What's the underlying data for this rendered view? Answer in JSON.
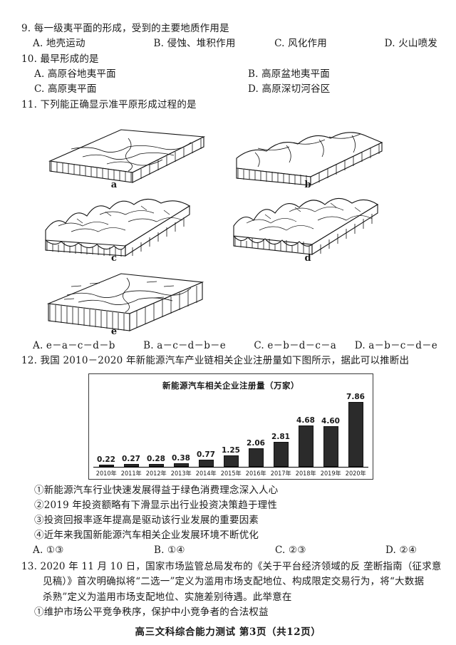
{
  "questions": [
    {
      "id": "q9",
      "stem": "9. 每一级夷平面的形成，受到的主要地质作用是",
      "options": [
        "A. 地壳运动",
        "B. 侵蚀、堆积作用",
        "C. 风化作用",
        "D. 火山喷发"
      ]
    },
    {
      "id": "q10",
      "stem": "10. 最早形成的是",
      "options": [
        "A. 高原谷地夷平面",
        "B. 高原盆地夷平面",
        "C. 高原夷平面",
        "D. 高原深切河谷区"
      ]
    },
    {
      "id": "q11",
      "stem": "11. 下列能正确显示准平原形成过程的是",
      "options": [
        "A. e－a－c－d－b",
        "B. a－c－d－b－e",
        "C. e－b－d－c－a",
        "D. a－b－c－d－e"
      ]
    },
    {
      "id": "q12",
      "stem": "12. 我国 2010－2020 年新能源汽车产业链相关企业注册量如下图所示，据此可以推断出",
      "statements": [
        "①新能源汽车行业快速发展得益于绿色消费理念深入人心",
        "②2019 年投资额略有下滑显示出行业投资决策趋于理性",
        "③投资回报率逐年提高是驱动该行业发展的重要因素",
        "④近年来我国新能源汽车相关企业发展环境不断优化"
      ],
      "options": [
        "A. ①③",
        "B. ①④",
        "C. ②③",
        "D. ②④"
      ]
    },
    {
      "id": "q13",
      "stem_lines": [
        "13. 2020 年 11 月 10 日，国家市场监管总局发布的《关于平台经济领域的反 垄断指南（征求意",
        "见稿）》首次明确拟将“二选一”定义为滥用市场支配地位、构成限定交易行为，将“大数据",
        "杀熟”定义为滥用市场支配地位、实施差别待遇。此举意在"
      ],
      "statements": [
        "①维护市场公平竞争秩序，保护中小竞争者的合法权益"
      ]
    }
  ],
  "diagrams": {
    "labels": [
      "a",
      "b",
      "c",
      "d",
      "e"
    ]
  },
  "chart_data": {
    "type": "bar",
    "title": "新能源汽车相关企业注册量（万家）",
    "xlabel": "",
    "ylabel": "",
    "ylim": [
      0,
      8.6
    ],
    "grid": false,
    "legend": "none",
    "categories": [
      "2010年",
      "2011年",
      "2012年",
      "2013年",
      "2014年",
      "2015年",
      "2016年",
      "2017年",
      "2018年",
      "2019年",
      "2020年"
    ],
    "values": [
      0.22,
      0.27,
      0.28,
      0.38,
      0.77,
      1.25,
      2.06,
      2.81,
      4.68,
      4.6,
      7.86
    ],
    "value_labels": [
      "0.22",
      "0.27",
      "0.28",
      "0.38",
      "0.77",
      "1.25",
      "2.06",
      "2.81",
      "4.68",
      "4.60",
      "7.86"
    ],
    "bar_color": "#2b2b2b"
  },
  "footer": "高三文科综合能力测试  第3页（共12页）"
}
